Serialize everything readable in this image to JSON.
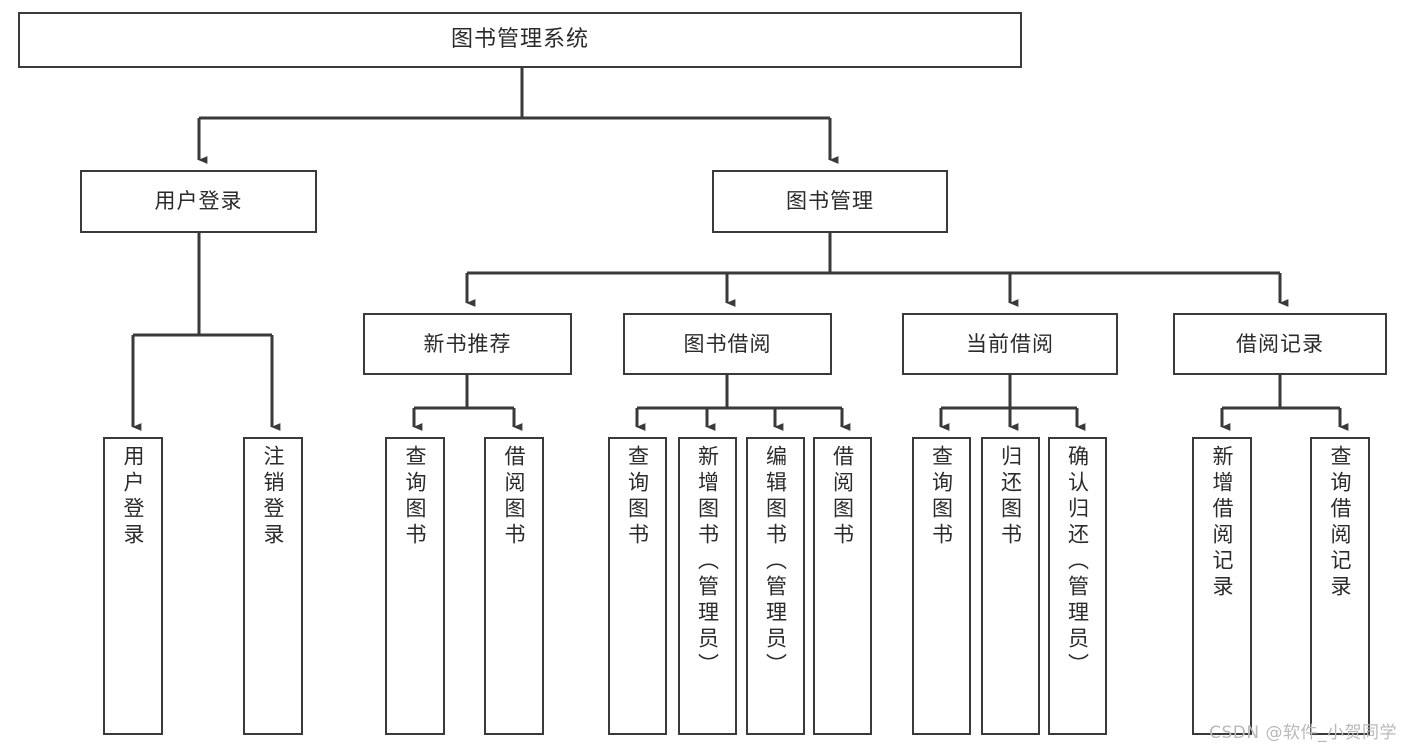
{
  "diagram": {
    "title": "图书管理系统",
    "watermark": "CSDN @软件_小贺同学",
    "line_color": "#3a3a3a",
    "box_border_color": "#3a3a3a",
    "box_fill_color": "#ffffff",
    "text_color": "#2b2b2b",
    "watermark_color": "#b9b9b9",
    "levels": {
      "root": {
        "label": "图书管理系统"
      },
      "level2": [
        {
          "label": "用户登录"
        },
        {
          "label": "图书管理"
        }
      ],
      "level3": [
        {
          "label": "新书推荐"
        },
        {
          "label": "图书借阅"
        },
        {
          "label": "当前借阅"
        },
        {
          "label": "借阅记录"
        }
      ],
      "leaves": [
        {
          "label": "用户登录",
          "parent": "用户登录"
        },
        {
          "label": "注销登录",
          "parent": "用户登录"
        },
        {
          "label": "查询图书",
          "parent": "新书推荐"
        },
        {
          "label": "借阅图书",
          "parent": "新书推荐"
        },
        {
          "label": "查询图书",
          "parent": "图书借阅"
        },
        {
          "label": "新增图书（管理员）",
          "parent": "图书借阅"
        },
        {
          "label": "编辑图书（管理员）",
          "parent": "图书借阅"
        },
        {
          "label": "借阅图书",
          "parent": "图书借阅"
        },
        {
          "label": "查询图书",
          "parent": "当前借阅"
        },
        {
          "label": "归还图书",
          "parent": "当前借阅"
        },
        {
          "label": "确认归还（管理员）",
          "parent": "当前借阅"
        },
        {
          "label": "新增借阅记录",
          "parent": "借阅记录"
        },
        {
          "label": "查询借阅记录",
          "parent": "借阅记录"
        }
      ]
    }
  }
}
